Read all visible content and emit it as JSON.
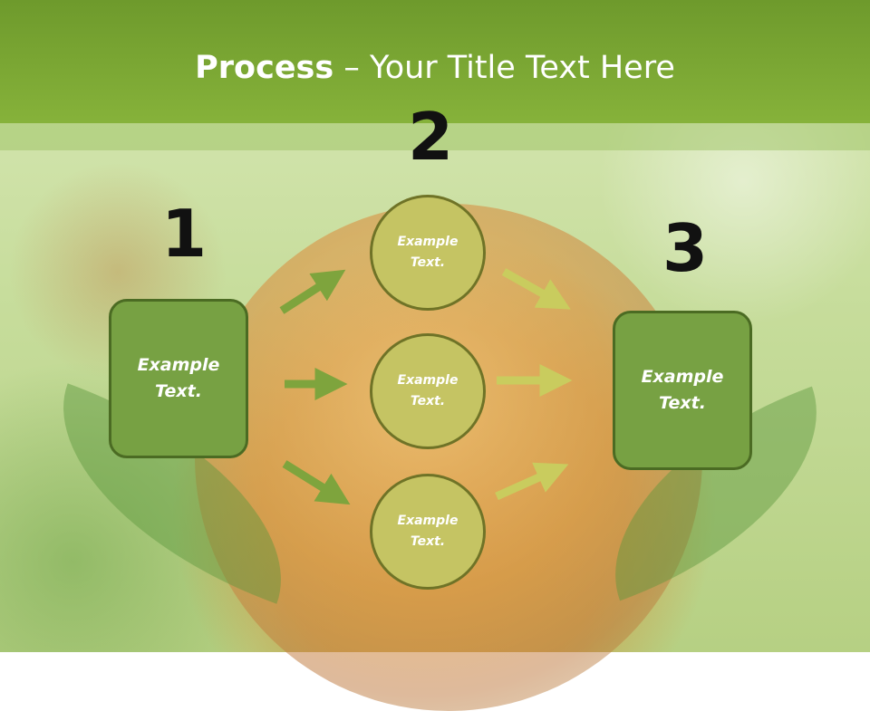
{
  "title": {
    "bold": "Process",
    "rest": " – Your Title Text Here"
  },
  "steps": {
    "n1": "1",
    "n2": "2",
    "n3": "3"
  },
  "boxes": {
    "left": "Example\nText.",
    "right": "Example\nText."
  },
  "circles": {
    "top": "Example\nText.",
    "middle": "Example\nText.",
    "bottom": "Example\nText."
  },
  "colors": {
    "header": "#7ba534",
    "box_fill": "#77a143",
    "circle_fill": "#c5c463",
    "arrow_left": "#7ea43d",
    "arrow_right": "#c9cc5e"
  }
}
